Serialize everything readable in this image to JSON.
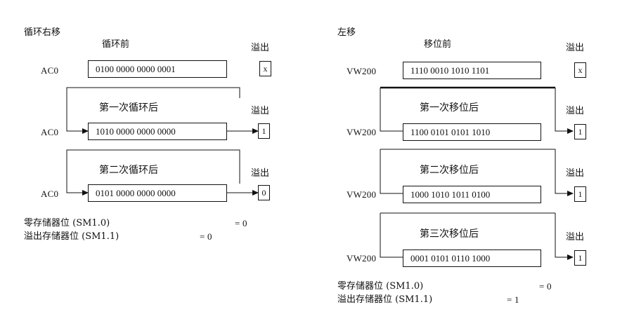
{
  "left": {
    "title": "循环右移",
    "before_label": "循环前",
    "overflow_label": "溢出",
    "register": "AC0",
    "before_value": "0100 0000 0000 0001",
    "before_overflow": "x",
    "steps": [
      {
        "label": "第一次循环后",
        "value": "1010 0000 0000 0000",
        "overflow": "1"
      },
      {
        "label": "第二次循环后",
        "value": "0101 0000 0000 0000",
        "overflow": "0"
      }
    ],
    "zero_flag_label": "零存储器位 (SM1.0)",
    "zero_flag_value": "= 0",
    "overflow_flag_label": "溢出存储器位 (SM1.1)",
    "overflow_flag_value": "= 0"
  },
  "right": {
    "title": "左移",
    "before_label": "移位前",
    "overflow_label": "溢出",
    "register": "VW200",
    "before_value": "1110 0010 1010 1101",
    "before_overflow": "x",
    "steps": [
      {
        "label": "第一次移位后",
        "value": "1100 0101 0101 1010",
        "overflow": "1"
      },
      {
        "label": "第二次移位后",
        "value": "1000 1010 1011 0100",
        "overflow": "1"
      },
      {
        "label": "第三次移位后",
        "value": "0001 0101 0110 1000",
        "overflow": "1"
      }
    ],
    "zero_flag_label": "零存储器位 (SM1.0)",
    "zero_flag_value": "= 0",
    "overflow_flag_label": "溢出存储器位 (SM1.1)",
    "overflow_flag_value": "= 1"
  }
}
